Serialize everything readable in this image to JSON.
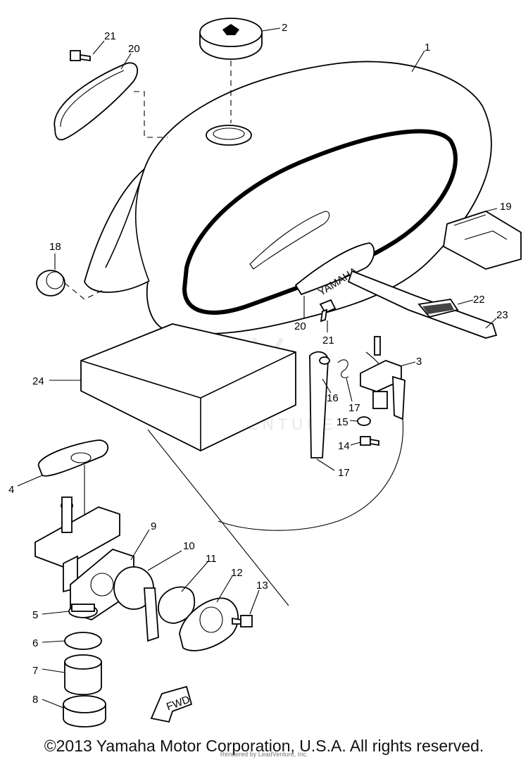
{
  "diagram": {
    "callouts": {
      "p1": "1",
      "p2": "2",
      "p3": "3",
      "p4": "4",
      "p5": "5",
      "p6": "6",
      "p7": "7",
      "p8": "8",
      "p9": "9",
      "p10": "10",
      "p11": "11",
      "p12": "12",
      "p13": "13",
      "p14": "14",
      "p15": "15",
      "p16": "16",
      "p17a": "17",
      "p17b": "17",
      "p18": "18",
      "p19": "19",
      "p20a": "20",
      "p20b": "20",
      "p21a": "21",
      "p21b": "21",
      "p22": "22",
      "p23": "23",
      "p24": "24"
    },
    "emblem_text": "YAMAHA",
    "fwd_text": "FWD",
    "watermark": "LEADVENTURE"
  },
  "footer": {
    "copyright": "©2013 Yamaha Motor Corporation, U.S.A. All rights reserved.",
    "rendered_by": "Rendered by LeadVenture, Inc."
  }
}
